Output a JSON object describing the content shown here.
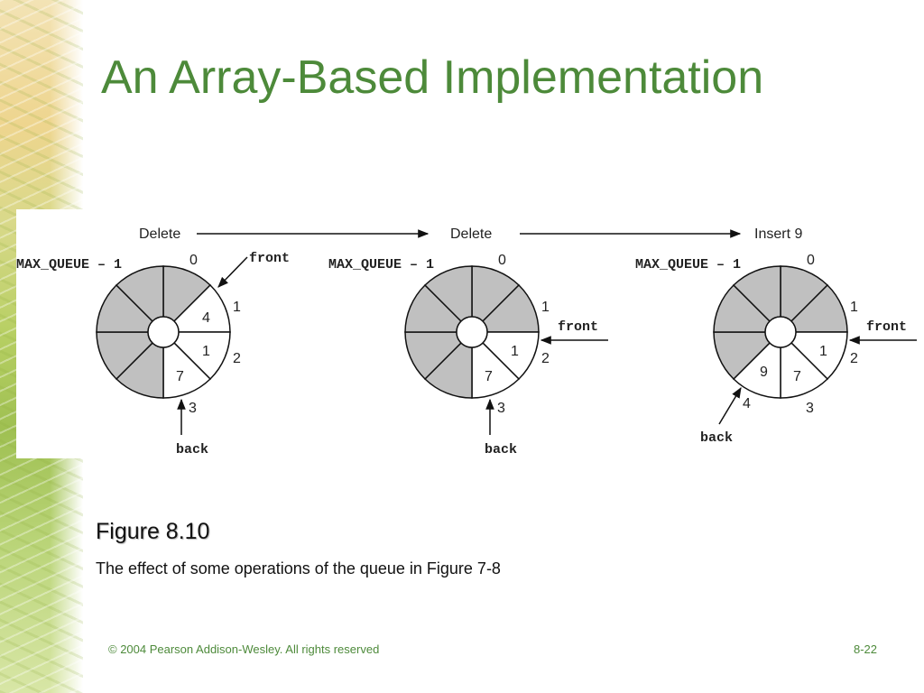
{
  "slide": {
    "title": "An Array-Based Implementation",
    "figure_label": "Figure 8.10",
    "figure_caption": "The effect of some operations of the queue in Figure 7-8",
    "footer_left": "© 2004 Pearson Addison-Wesley. All rights reserved",
    "footer_right": "8-22"
  },
  "diagram": {
    "operations": [
      "Delete",
      "Delete",
      "Insert 9"
    ],
    "max_label": "MAX_QUEUE – 1",
    "index_labels": [
      "0",
      "1",
      "2",
      "3",
      "4"
    ],
    "front_label": "front",
    "back_label": "back",
    "states": [
      {
        "values": [
          "4",
          "1",
          "7"
        ],
        "front_index": 1,
        "back_index": 3
      },
      {
        "values": [
          "1",
          "7"
        ],
        "front_index": 2,
        "back_index": 3
      },
      {
        "values": [
          "1",
          "7",
          "9"
        ],
        "front_index": 2,
        "back_index": 4
      }
    ],
    "colors": {
      "filled": "#c0c0c0",
      "empty": "#ffffff",
      "stroke": "#111111",
      "title": "#4d8a3a"
    }
  }
}
